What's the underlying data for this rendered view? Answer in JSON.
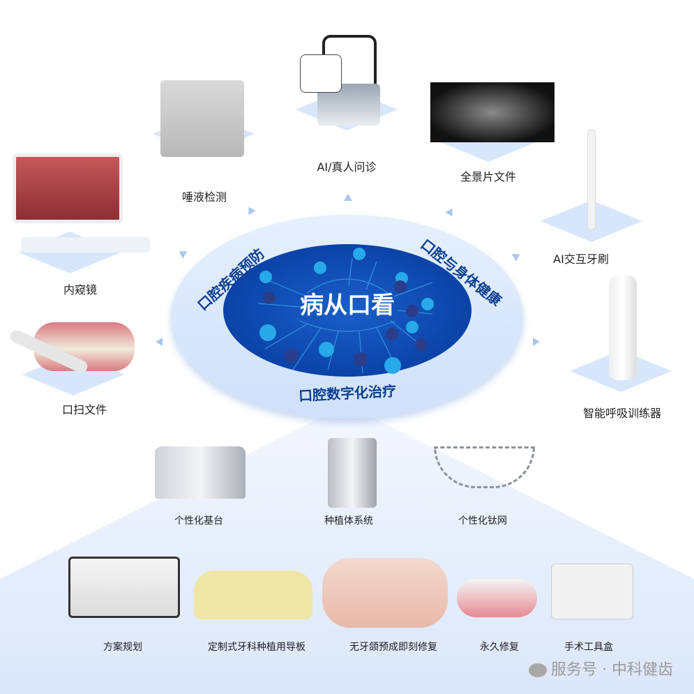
{
  "center": {
    "title": "病从口看",
    "ring_labels": [
      "口腔疾病预防",
      "口腔与身体健康",
      "口腔数字化治疗"
    ]
  },
  "top_items": [
    {
      "label": "内窥镜"
    },
    {
      "label": "唾液检测"
    },
    {
      "label": "AI/真人问诊"
    },
    {
      "label": "全景片文件"
    },
    {
      "label": "AI交互牙刷"
    },
    {
      "label": "口扫文件"
    },
    {
      "label": "智能呼吸训练器"
    }
  ],
  "products_row1": [
    {
      "label": "个性化基台"
    },
    {
      "label": "种植体系统"
    },
    {
      "label": "个性化钛网"
    }
  ],
  "products_row2": [
    {
      "label": "方案规划"
    },
    {
      "label": "定制式牙科种植用导板"
    },
    {
      "label": "无牙颌预成即刻修复"
    },
    {
      "label": "永久修复"
    },
    {
      "label": "手术工具盒"
    }
  ],
  "watermark": "服务号 · 中科健齿",
  "colors": {
    "accent": "#0b43a8",
    "light": "#dce9fb",
    "icon": "#27a9ea"
  }
}
